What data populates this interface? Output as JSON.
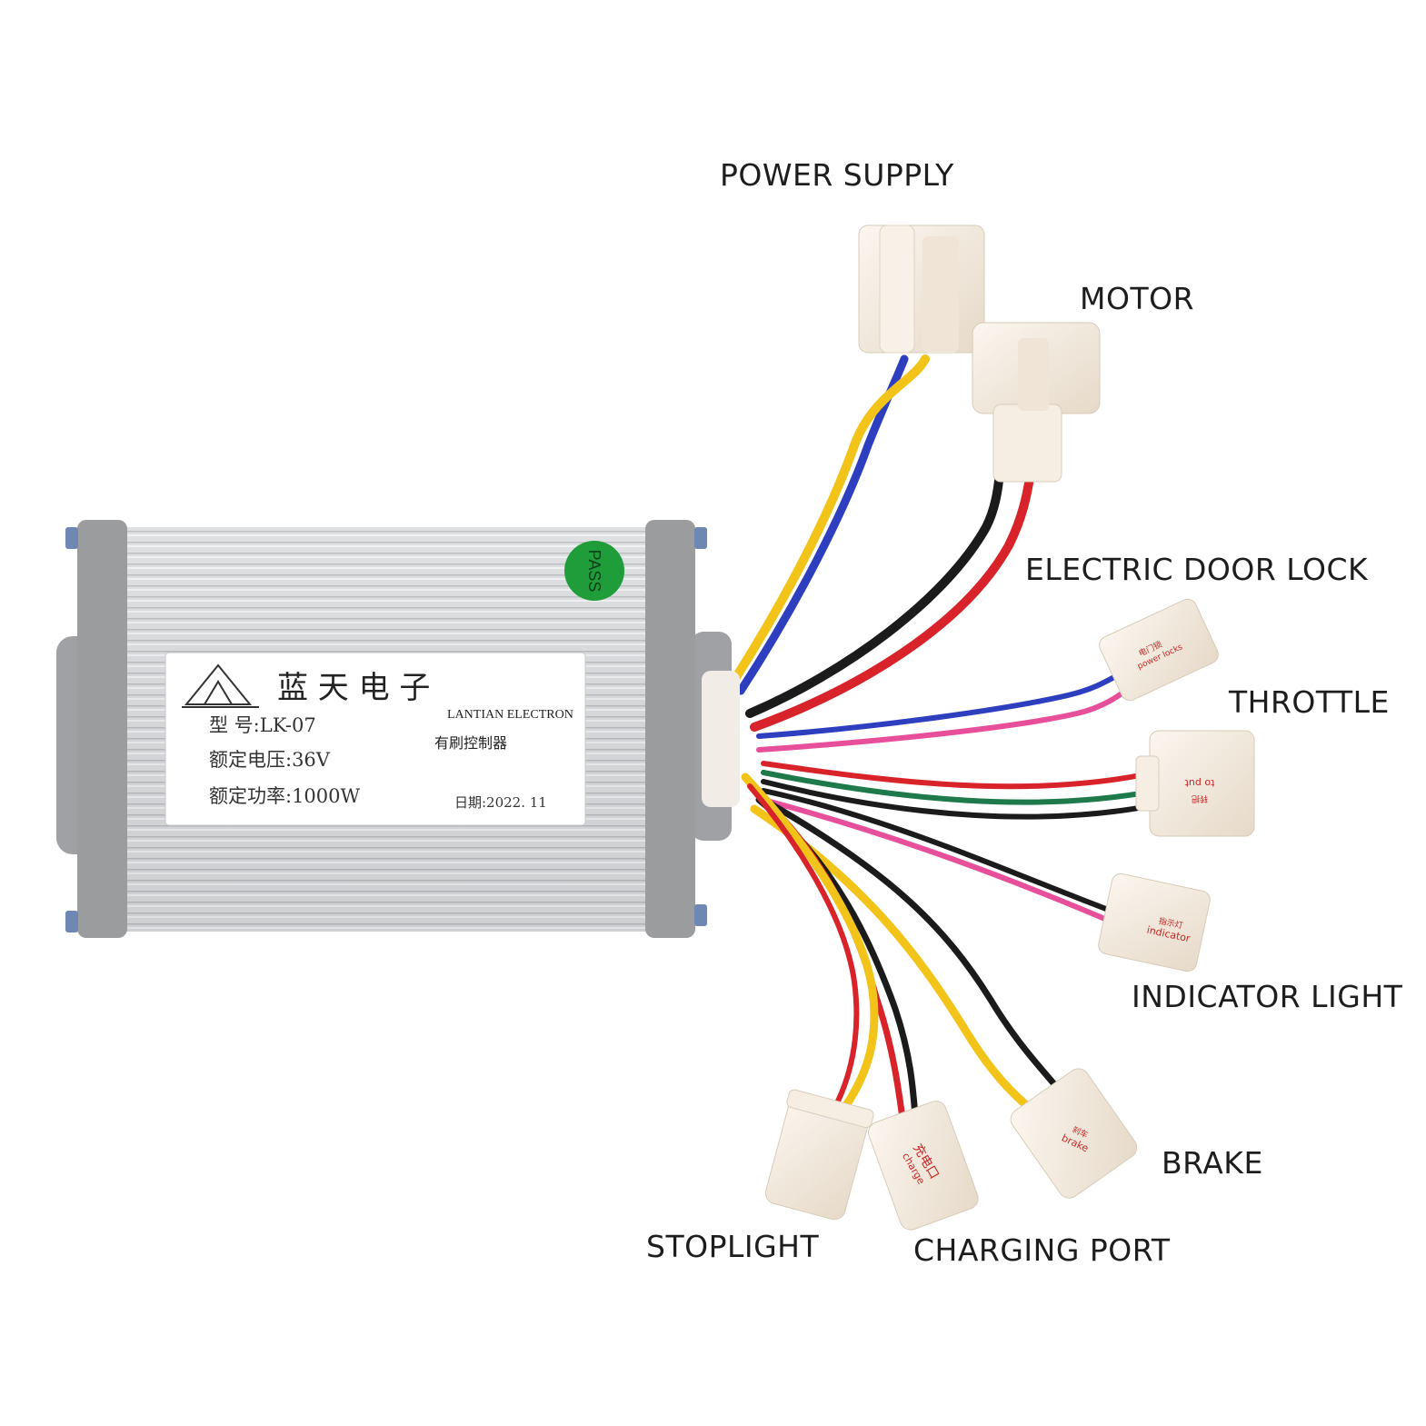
{
  "callouts": {
    "power_supply": "POWER SUPPLY",
    "motor": "MOTOR",
    "electric_door_lock": "ELECTRIC DOOR LOCK",
    "throttle": "THROTTLE",
    "indicator_light": "INDICATOR LIGHT",
    "brake": "BRAKE",
    "stoplight": "STOPLIGHT",
    "charging_port": "CHARGING PORT"
  },
  "controller_label": {
    "brand_cn": "蓝 天 电 子",
    "brand_en": "LANTIAN ELECTRON",
    "product_cn": "有刷控制器",
    "model": "型 号:LK-07",
    "voltage": "额定电压:36V",
    "power": "额定功率:1000W",
    "date": "日期:2022. 11"
  },
  "pass_sticker": "PASS",
  "connector_tags": {
    "door_lock": [
      "电门锁",
      "power locks"
    ],
    "throttle": [
      "转把",
      "to put"
    ],
    "indicator": [
      "指示灯",
      "indicator"
    ],
    "brake": [
      "刹车",
      "brake"
    ],
    "charge": [
      "充电口",
      "charge"
    ]
  },
  "colors": {
    "housing": "#d4d6d8",
    "end_cap": "#9a9c9e",
    "connector": "#f3e9dc",
    "pass_green": "#1f9d3a",
    "wire_red": "#d8232a",
    "wire_black": "#1b1b1b",
    "wire_yellow": "#f2c318",
    "wire_blue": "#2d3fbf",
    "wire_green": "#1f7a4b",
    "wire_pink": "#e84f9a"
  }
}
